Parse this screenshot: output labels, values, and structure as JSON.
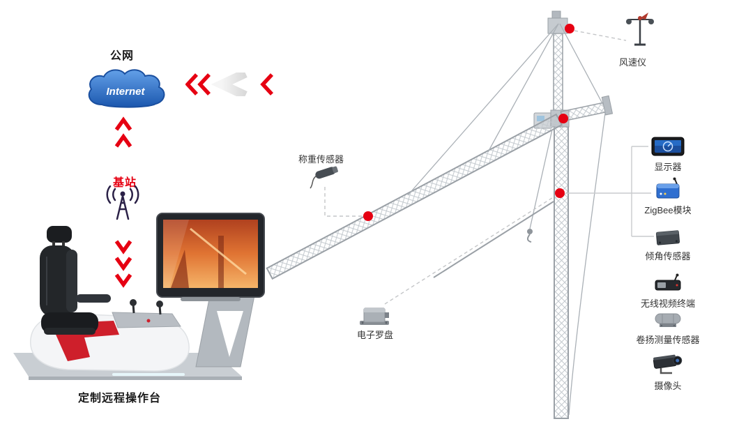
{
  "colors": {
    "accent_red": "#e60012",
    "steel_gray": "#9aa0a6",
    "line_gray": "#c4c6c8",
    "cloud_blue": "#2f6fc4"
  },
  "left_panel": {
    "public_network_label": "公网",
    "internet_label": "Internet",
    "base_station_label": "基站",
    "console_label": "定制远程操作台"
  },
  "crane_labels": {
    "anemometer": "风速仪",
    "load_sensor": "称重传感器",
    "compass": "电子罗盘"
  },
  "devices": [
    {
      "name": "display",
      "label": "显示器"
    },
    {
      "name": "zigbee-module",
      "label": "ZigBee模块"
    },
    {
      "name": "tilt-sensor",
      "label": "倾角传感器"
    },
    {
      "name": "wireless-video-terminal",
      "label": "无线视频终端"
    },
    {
      "name": "hoist-measure-sensor",
      "label": "卷扬测量传感器"
    },
    {
      "name": "camera",
      "label": "摄像头"
    }
  ],
  "markers": [
    {
      "name": "tower-top-marker"
    },
    {
      "name": "slewing-marker"
    },
    {
      "name": "jib-marker"
    },
    {
      "name": "mast-marker"
    }
  ]
}
